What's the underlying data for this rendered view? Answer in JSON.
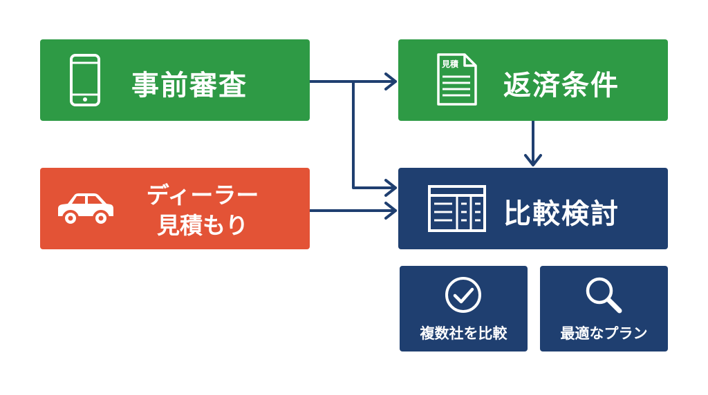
{
  "nodes": {
    "pre_screening": {
      "label": "事前審査",
      "icon": "smartphone-icon"
    },
    "dealer_quote": {
      "label": "ディーラー見積もり",
      "icon": "car-icon"
    },
    "repayment_terms": {
      "label": "返済条件",
      "icon": "document-icon",
      "icon_text": "見積"
    },
    "comparison": {
      "label": "比較検討",
      "icon": "table-icon"
    },
    "multiple_companies": {
      "label": "複数社を比較",
      "icon": "check-circle-icon"
    },
    "best_plan": {
      "label": "最適なプラン",
      "icon": "magnifier-icon"
    }
  },
  "edges": [
    {
      "from": "pre_screening",
      "to": "repayment_terms"
    },
    {
      "from": "pre_screening",
      "to": "comparison"
    },
    {
      "from": "dealer_quote",
      "to": "comparison"
    },
    {
      "from": "repayment_terms",
      "to": "comparison"
    }
  ],
  "colors": {
    "green": "#2e9a45",
    "red": "#e35336",
    "navy": "#1f3f70",
    "connector": "#1f3f70"
  }
}
